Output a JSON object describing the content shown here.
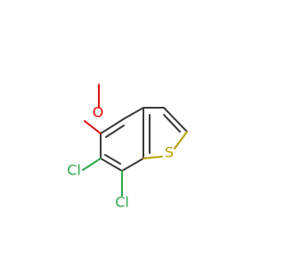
{
  "molecule": {
    "atoms": {
      "oxygen": {
        "label": "O",
        "color": "#e01010"
      },
      "sulfur": {
        "label": "S",
        "color": "#b8a000"
      },
      "chlorine_6": {
        "label": "Cl",
        "color": "#2ea84b"
      },
      "chlorine_7": {
        "label": "Cl",
        "color": "#2ea84b"
      }
    },
    "colors": {
      "bond": "#3a3a3a",
      "background": "#ffffff"
    }
  }
}
